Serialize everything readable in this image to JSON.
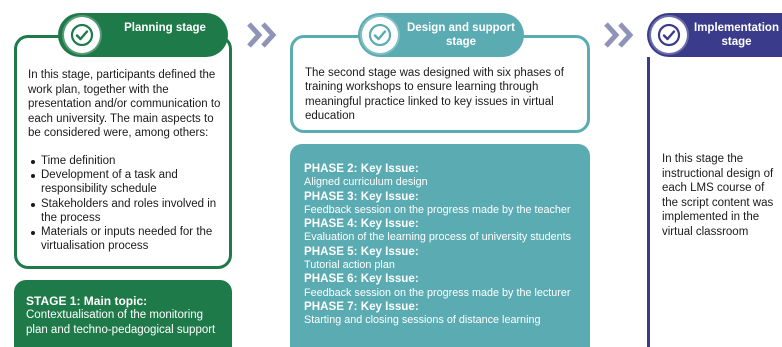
{
  "stages": [
    {
      "title": "Planning stage",
      "color": "#1f7a4a",
      "icon": "check-circle-icon",
      "description": "In this stage, participants defined the work plan, together with the presentation and/or communication to each university. The main aspects to be considered were, among others:",
      "bullets": [
        "Time definition",
        "Development of a task and responsibility schedule",
        "Stakeholders and roles involved in the process",
        "Materials or inputs needed for the virtualisation process"
      ],
      "topic_heading": "STAGE 1: Main topic:",
      "topic_text": "Contextualisation of the monitoring plan and techno-pedagogical support"
    },
    {
      "title": "Design and support stage",
      "color": "#5aabb2",
      "icon": "check-circle-icon",
      "description": "The second stage was designed with six phases of training workshops to ensure learning through meaningful practice linked to key issues in virtual education",
      "phases": [
        {
          "heading": "PHASE 2: Key Issue:",
          "text": "Aligned curriculum design"
        },
        {
          "heading": "PHASE 3: Key Issue:",
          "text": "Feedback session on the progress made by the teacher"
        },
        {
          "heading": "PHASE 4: Key Issue:",
          "text": "Evaluation of the learning process of university students"
        },
        {
          "heading": "PHASE 5: Key Issue:",
          "text": "Tutorial action plan"
        },
        {
          "heading": "PHASE 6: Key Issue:",
          "text": "Feedback session on the progress made by the lecturer"
        },
        {
          "heading": "PHASE 7: Key Issue:",
          "text": "Starting and closing sessions of distance learning"
        }
      ]
    },
    {
      "title": "Implementation stage",
      "color": "#3b3b8c",
      "icon": "check-circle-icon",
      "description": "In this stage the instructional design of each LMS course of the script content was implemented in the virtual classroom"
    }
  ],
  "arrow_color": "#8f93b8",
  "arrow_icon": "double-chevron-right-icon"
}
